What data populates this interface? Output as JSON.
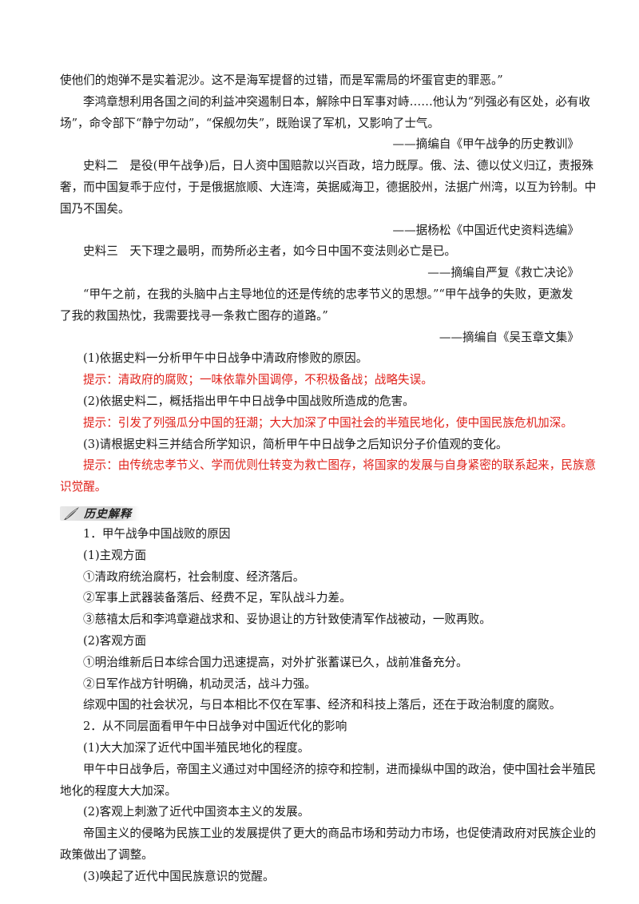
{
  "paragraphs": {
    "p1_l1": "使他们的炮弹不是实着泥沙。这不是海军提督的过错，而是军需局的坏蛋官吏的罪恶。”",
    "p2_l1": "李鸿章想利用各国之间的利益冲突遏制日本，解除中日军事对峙……他认为“列强必有区处，必有收",
    "p2_l2": "场”，命令部下“静宁勿动”，“保舰勿失”，既贻误了军机，又影响了士气。",
    "src1": "——摘编自《甲午战争的历史教训》",
    "s2_l1": "史料二　是役(甲午战争)后，日人资中国赔款以兴百政，培力既厚。俄、法、德以仗义归辽，责报殊",
    "s2_l2": "奢，而中国复乖于应付，于是俄据旅顺、大连湾，英据威海卫，德据胶州，法据广州湾，以互为钤制。中",
    "s2_l3": "国乃不国矣。",
    "src2": "——据杨松《中国近代史资料选编》",
    "s3_l1": "史料三　天下理之最明，而势所必主者，如今日中国不变法则必亡是已。",
    "src3": "——摘编自严复《救亡决论》",
    "s3b_l1": "“甲午之前，在我的头脑中占主导地位的还是传统的忠孝节义的思想。”“甲午战争的失败，更激发",
    "s3b_l2": "了我的救国热忱，我需要找寻一条救亡图存的道路。”",
    "src4": "——摘编自《吴玉章文集》"
  },
  "questions": {
    "q1": "(1)依据史料一分析甲午中日战争中清政府惨败的原因。",
    "a1": "提示：清政府的腐败；一味依靠外国调停，不积极备战；战略失误。",
    "q2": "(2)依据史料二，概括指出甲午中日战争中国战败所造成的危害。",
    "a2": "提示：引发了列强瓜分中国的狂潮；大大加深了中国社会的半殖民地化，使中国民族危机加深。",
    "q3": "(3)请根据史料三并结合所学知识，简析甲午中日战争之后知识分子价值观的变化。",
    "a3_l1": "提示：由传统忠孝节义、学而优则仕转变为救亡图存，将国家的发展与自身紧密的联系起来，民族意",
    "a3_l2": "识觉醒。"
  },
  "section_badge": {
    "label": "历史解释",
    "icon": "quill-icon"
  },
  "explanation": {
    "h1": "1．甲午战争中国战败的原因",
    "sub1": "(1)主观方面",
    "c1": "①清政府统治腐朽，社会制度、经济落后。",
    "c2": "②军事上武器装备落后、经费不足，军队战斗力差。",
    "c3": "③慈禧太后和李鸿章避战求和、妥协退让的方针致使清军作战被动，一败再败。",
    "sub2": "(2)客观方面",
    "d1": "①明治维新后日本综合国力迅速提高，对外扩张蓄谋已久，战前准备充分。",
    "d2": "②日军作战方针明确，机动灵活，战斗力强。",
    "summary": "综观中国的社会状况，与日本相比不仅在军事、经济和科技上落后，还在于政治制度的腐败。",
    "h2": "2．从不同层面看甲午中日战争对中国近代化的影响",
    "e1": "(1)大大加深了近代中国半殖民地化的程度。",
    "e1_t1": "甲午中日战争后，帝国主义通过对中国经济的掠夺和控制，进而操纵中国的政治，使中国社会半殖民",
    "e1_t2": "地化的程度大大加深。",
    "e2": "(2)客观上刺激了近代中国资本主义的发展。",
    "e2_t1": "帝国主义的侵略为民族工业的发展提供了更大的商品市场和劳动力市场，也促使清政府对民族企业的",
    "e2_t2": "政策做出了调整。",
    "e3": "(3)唤起了近代中国民族意识的觉醒。"
  },
  "colors": {
    "hint": "#e0221b",
    "text": "#1a1a1a"
  }
}
